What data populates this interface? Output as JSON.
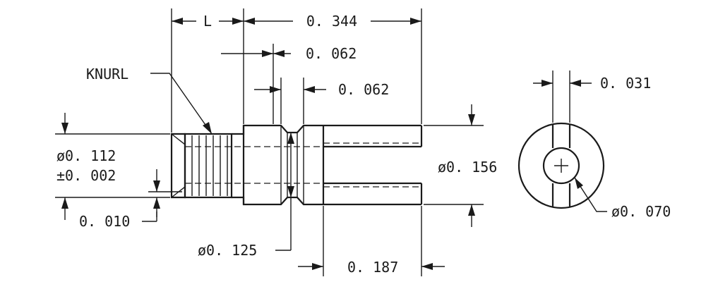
{
  "labels": {
    "dim_l": "L",
    "dim_length": "0. 344",
    "dim_groove_a": "0. 062",
    "dim_groove_b": "0. 062",
    "knurl": "KNURL",
    "dia_knurl": "ø0. 112",
    "tol_knurl": "±0. 002",
    "chamfer": "0. 010",
    "dia_body": "ø0. 156",
    "dia_groove": "ø0. 125",
    "dim_slot_len": "0. 187",
    "slot_width": "0. 031",
    "dia_hole": "ø0. 070"
  },
  "colors": {
    "ink": "#1a1a1a",
    "paper": "#ffffff"
  }
}
